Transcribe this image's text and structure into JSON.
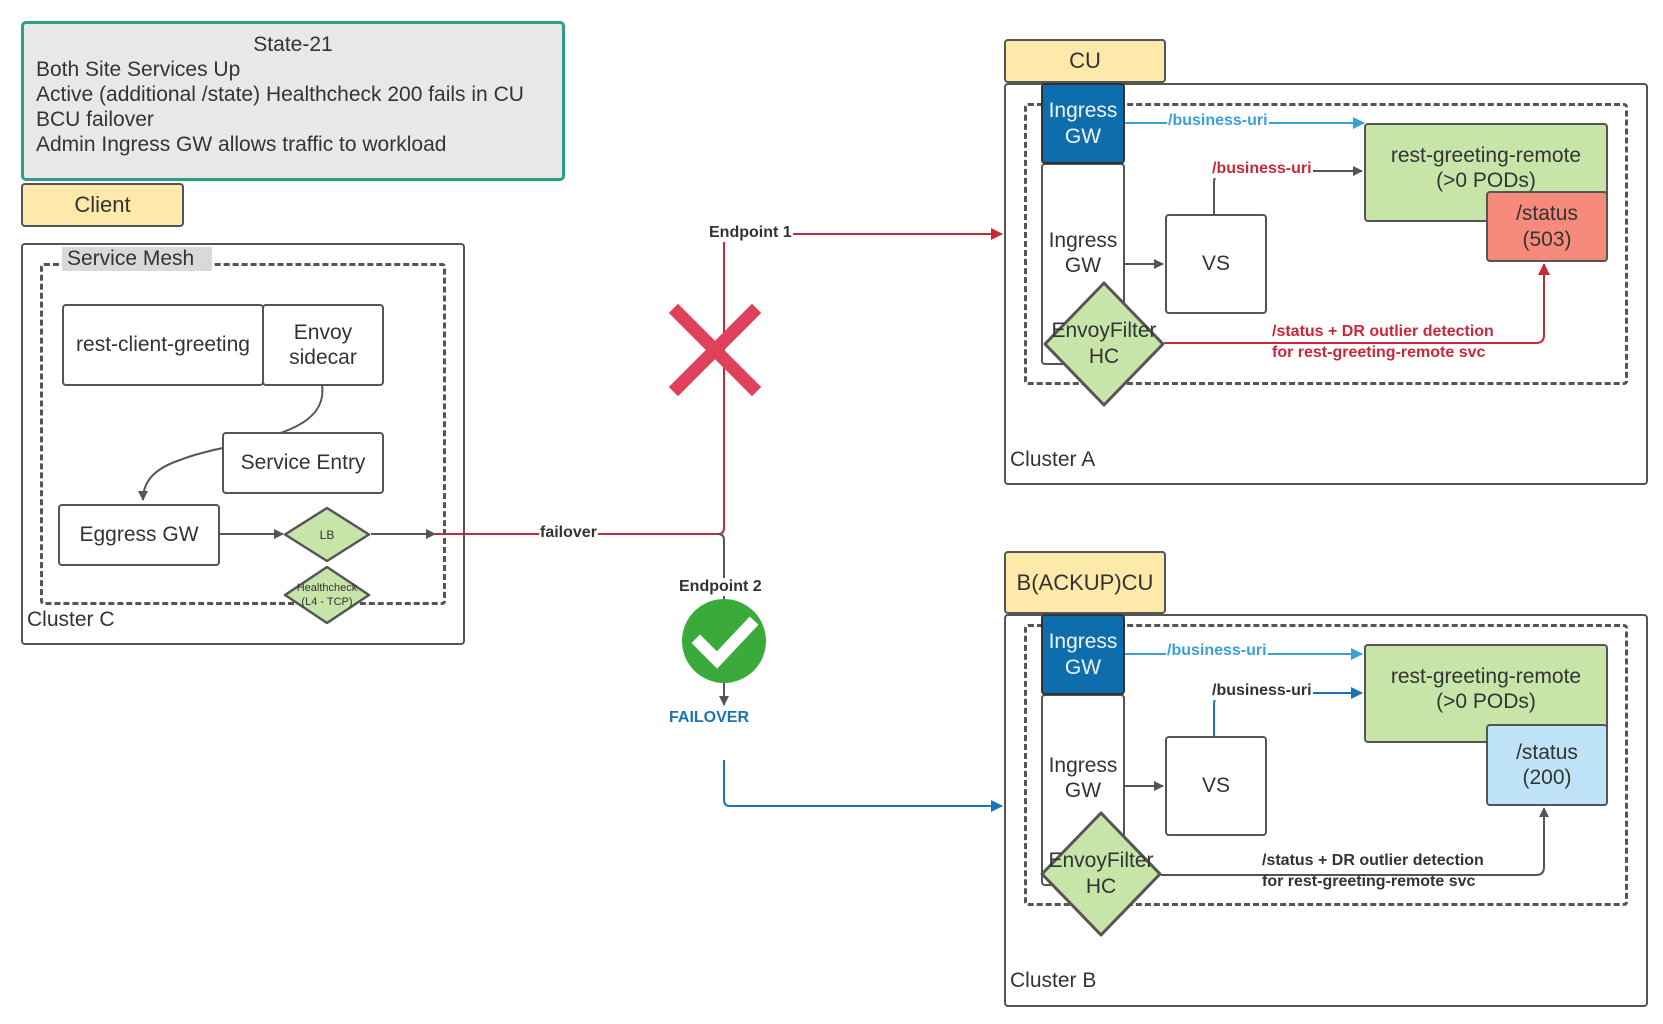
{
  "state": {
    "title": "State-21",
    "lines": [
      "Both Site Services Up",
      "Active (additional /state) Healthcheck 200 fails in CU",
      "BCU failover",
      "Admin Ingress GW allows traffic to workload"
    ]
  },
  "client": {
    "tag": "Client",
    "cluster_label": "Cluster C",
    "mesh_label": "Service Mesh",
    "rest_client": "rest-client-greeting",
    "envoy_sidecar": "Envoy\nsidecar",
    "service_entry": "Service Entry",
    "egress_gw": "Eggress GW",
    "lb": "LB",
    "healthcheck": "Healthcheck\n(L4 - TCP)"
  },
  "edges": {
    "failover": "failover",
    "endpoint1": "Endpoint 1",
    "endpoint2": "Endpoint 2",
    "failover_status": "FAILOVER"
  },
  "cu": {
    "tag": "CU",
    "cluster_label": "Cluster A",
    "ingress_gw_top": "Ingress\nGW",
    "ingress_gw": "Ingress\nGW",
    "vs": "VS",
    "envoy_filter": "EnvoyFilter\nHC",
    "remote": "rest-greeting-remote\n(>0 PODs)",
    "status": "/status\n(503)",
    "business_uri_top": "/business-uri",
    "business_uri_vs": "/business-uri",
    "annotation": "/status + DR outlier detection\nfor rest-greeting-remote svc"
  },
  "bcu": {
    "tag": "B(ACKUP)CU",
    "cluster_label": "Cluster B",
    "ingress_gw_top": "Ingress\nGW",
    "ingress_gw": "Ingress\nGW",
    "vs": "VS",
    "envoy_filter": "EnvoyFilter\nHC",
    "remote": "rest-greeting-remote\n(>0 PODs)",
    "status": "/status\n(200)",
    "business_uri_top": "/business-uri",
    "business_uri_vs": "/business-uri",
    "annotation": "/status + DR outlier detection\nfor rest-greeting-remote svc"
  },
  "colors": {
    "red": "#c8283a",
    "blue": "#1a73b6",
    "light_blue": "#3aa0d8",
    "dark": "#333333",
    "cross": "#e0405a",
    "check": "#3aaa3a"
  },
  "icons": {
    "cross": "cross-icon",
    "check": "check-circle-icon"
  }
}
